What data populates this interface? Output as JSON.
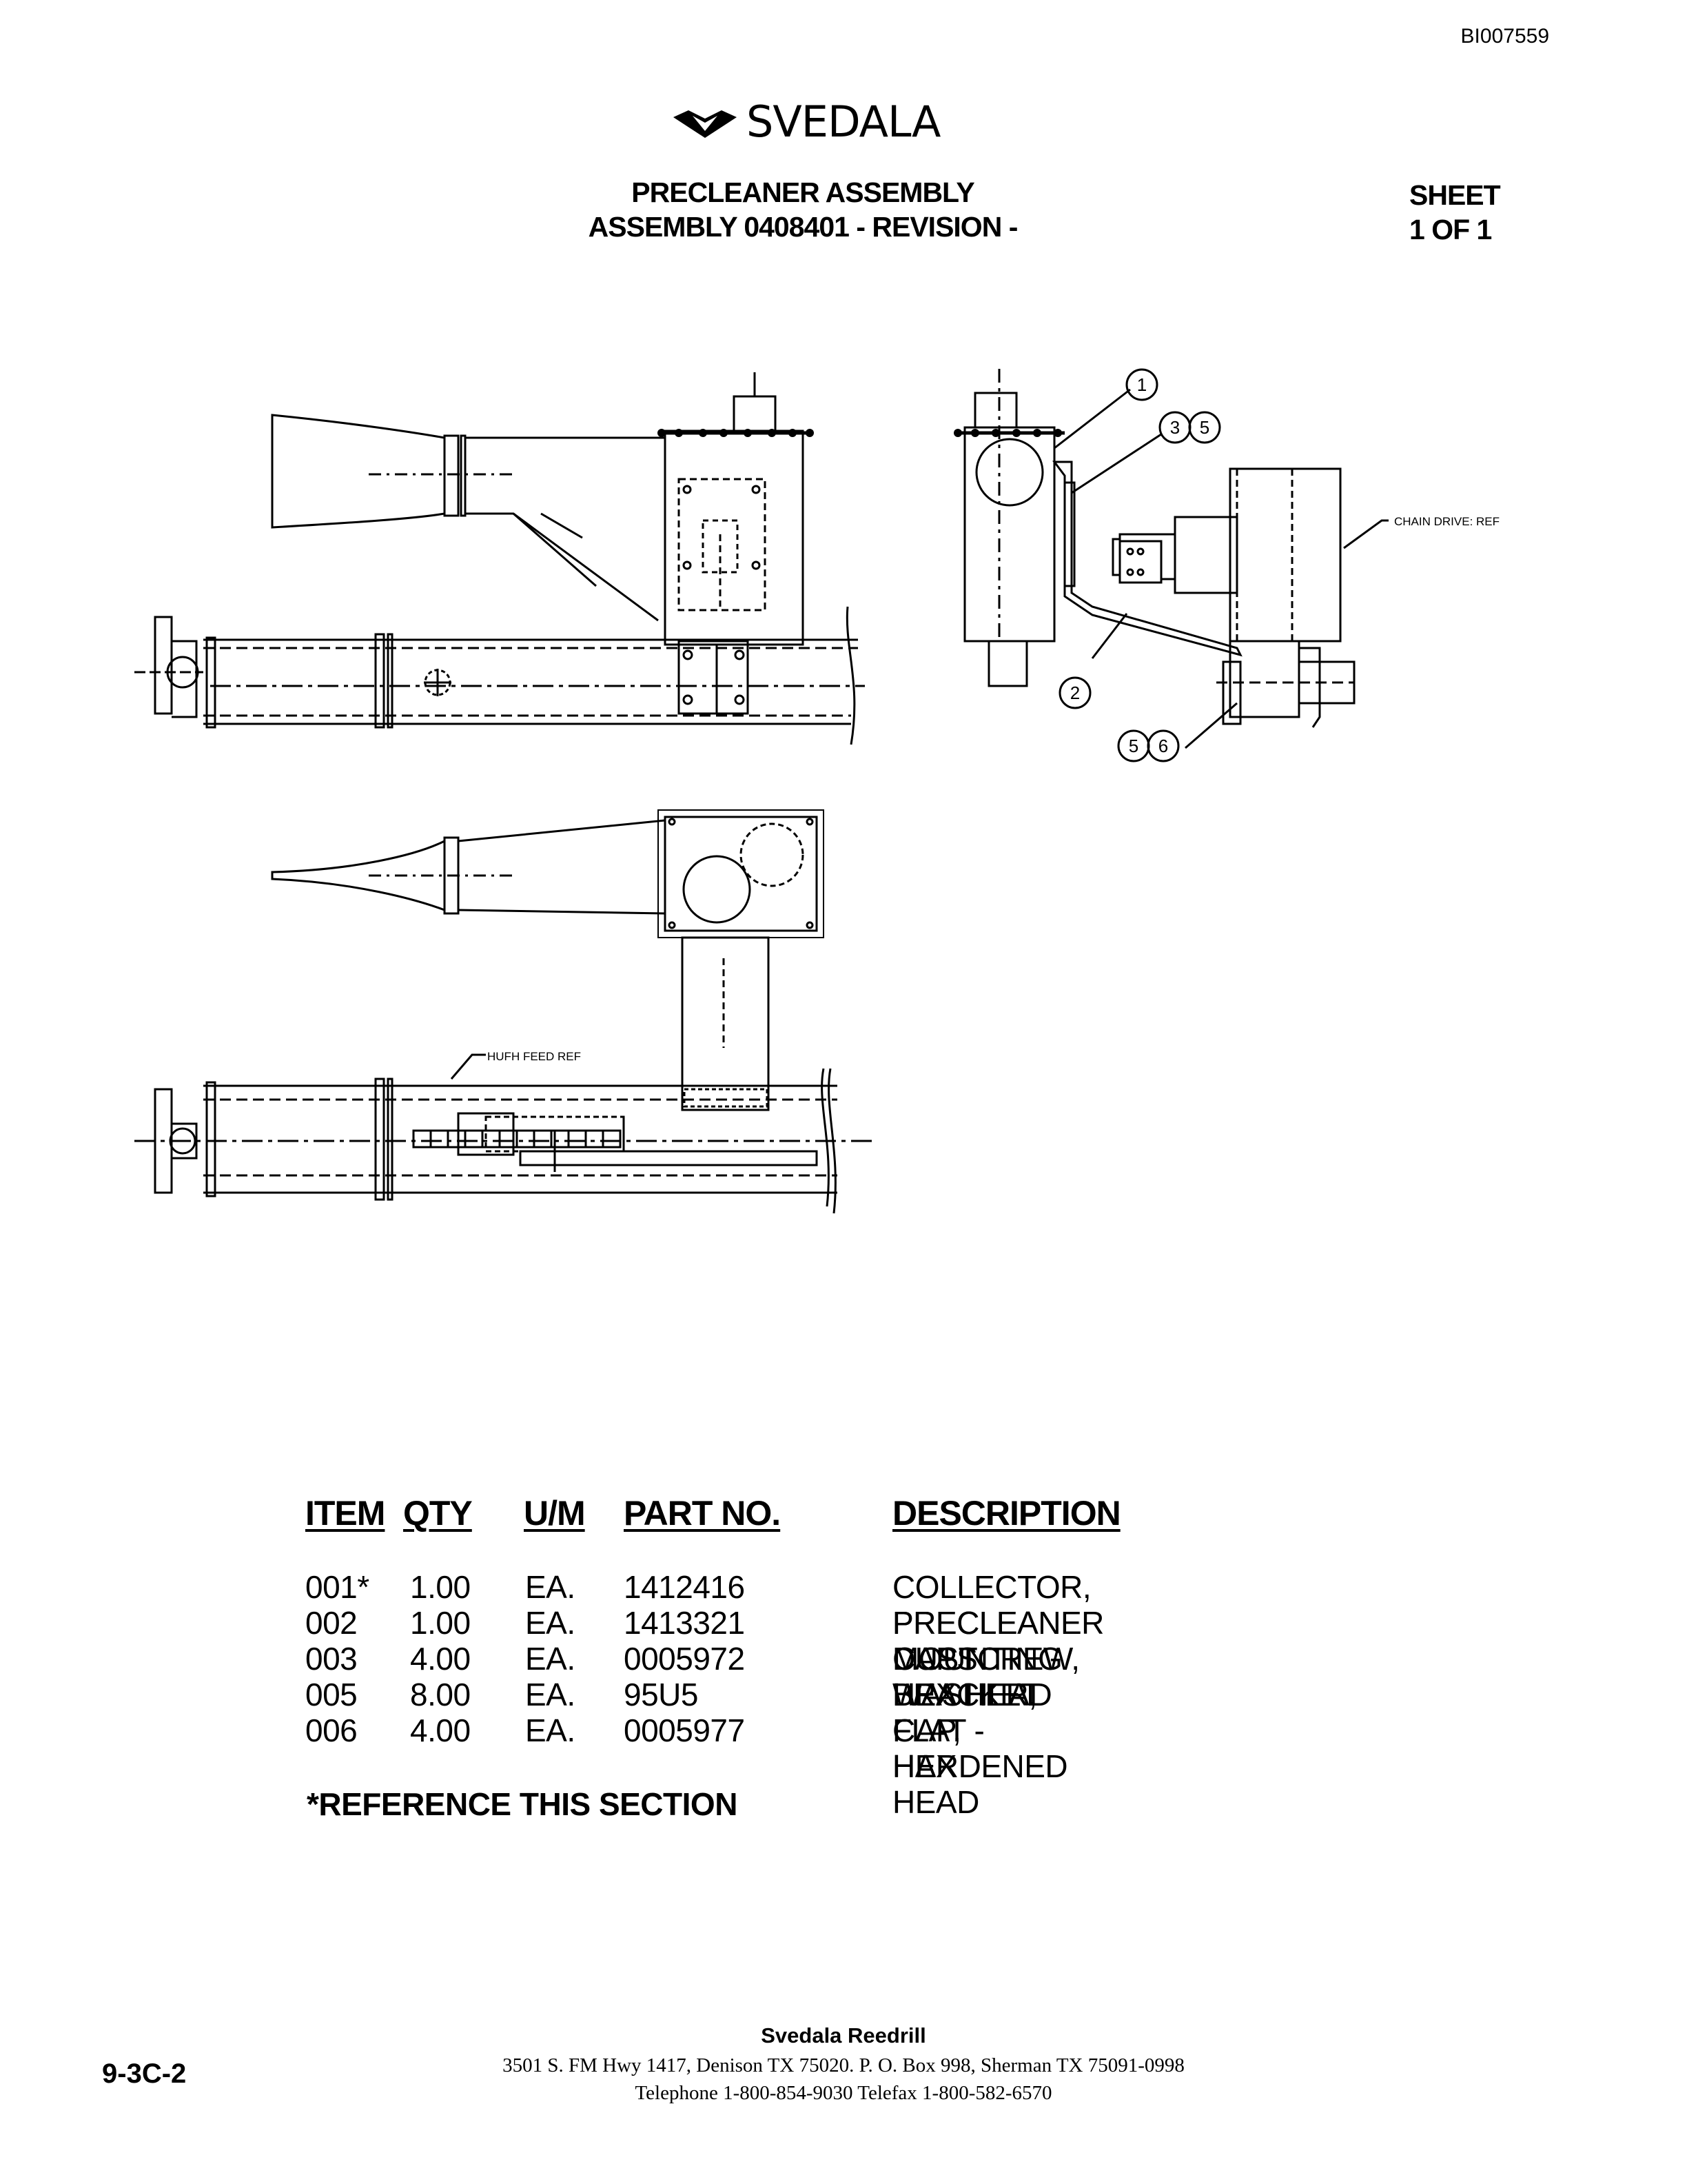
{
  "document": {
    "doc_id": "BI007559",
    "brand": "SVEDALA",
    "title": "PRECLEANER ASSEMBLY",
    "subtitle": "ASSEMBLY 0408401 - REVISION -",
    "sheet_label": "SHEET",
    "sheet_value": "1 OF 1"
  },
  "drawing": {
    "callouts": [
      "1",
      "3",
      "5",
      "2",
      "5",
      "6"
    ],
    "labels": {
      "chain_drive": "CHAIN DRIVE: REF",
      "auger_feed": "HUFH FEED REF"
    }
  },
  "parts_table": {
    "headers": {
      "item": "ITEM",
      "qty": "QTY",
      "um": "U/M",
      "part_no": "PART NO.",
      "description": "DESCRIPTION"
    },
    "rows": [
      {
        "item": "001*",
        "qty": "1.00",
        "um": "EA.",
        "part_no": "1412416",
        "description": "COLLECTOR, PRECLEAN DUST"
      },
      {
        "item": "002",
        "qty": "1.00",
        "um": "EA.",
        "part_no": "1413321",
        "description": "PRECLEANER MOUNTING BRACKET"
      },
      {
        "item": "003",
        "qty": "4.00",
        "um": "EA.",
        "part_no": "0005972",
        "description": "CAPSCREW, HEX HEAD"
      },
      {
        "item": "005",
        "qty": "8.00",
        "um": "EA.",
        "part_no": "95U5",
        "description": "WASHER, FLAT - HARDENED"
      },
      {
        "item": "006",
        "qty": "4.00",
        "um": "EA.",
        "part_no": "0005977",
        "description": "CAP, HEX HEAD"
      }
    ],
    "note": "*REFERENCE THIS SECTION"
  },
  "footer": {
    "company": "Svedala Reedrill",
    "address": "3501 S. FM Hwy 1417, Denison TX  75020.   P. O. Box 998, Sherman TX  75091-0998",
    "phone": "Telephone 1-800-854-9030 Telefax 1-800-582-6570",
    "page_number": "9-3C-2"
  }
}
